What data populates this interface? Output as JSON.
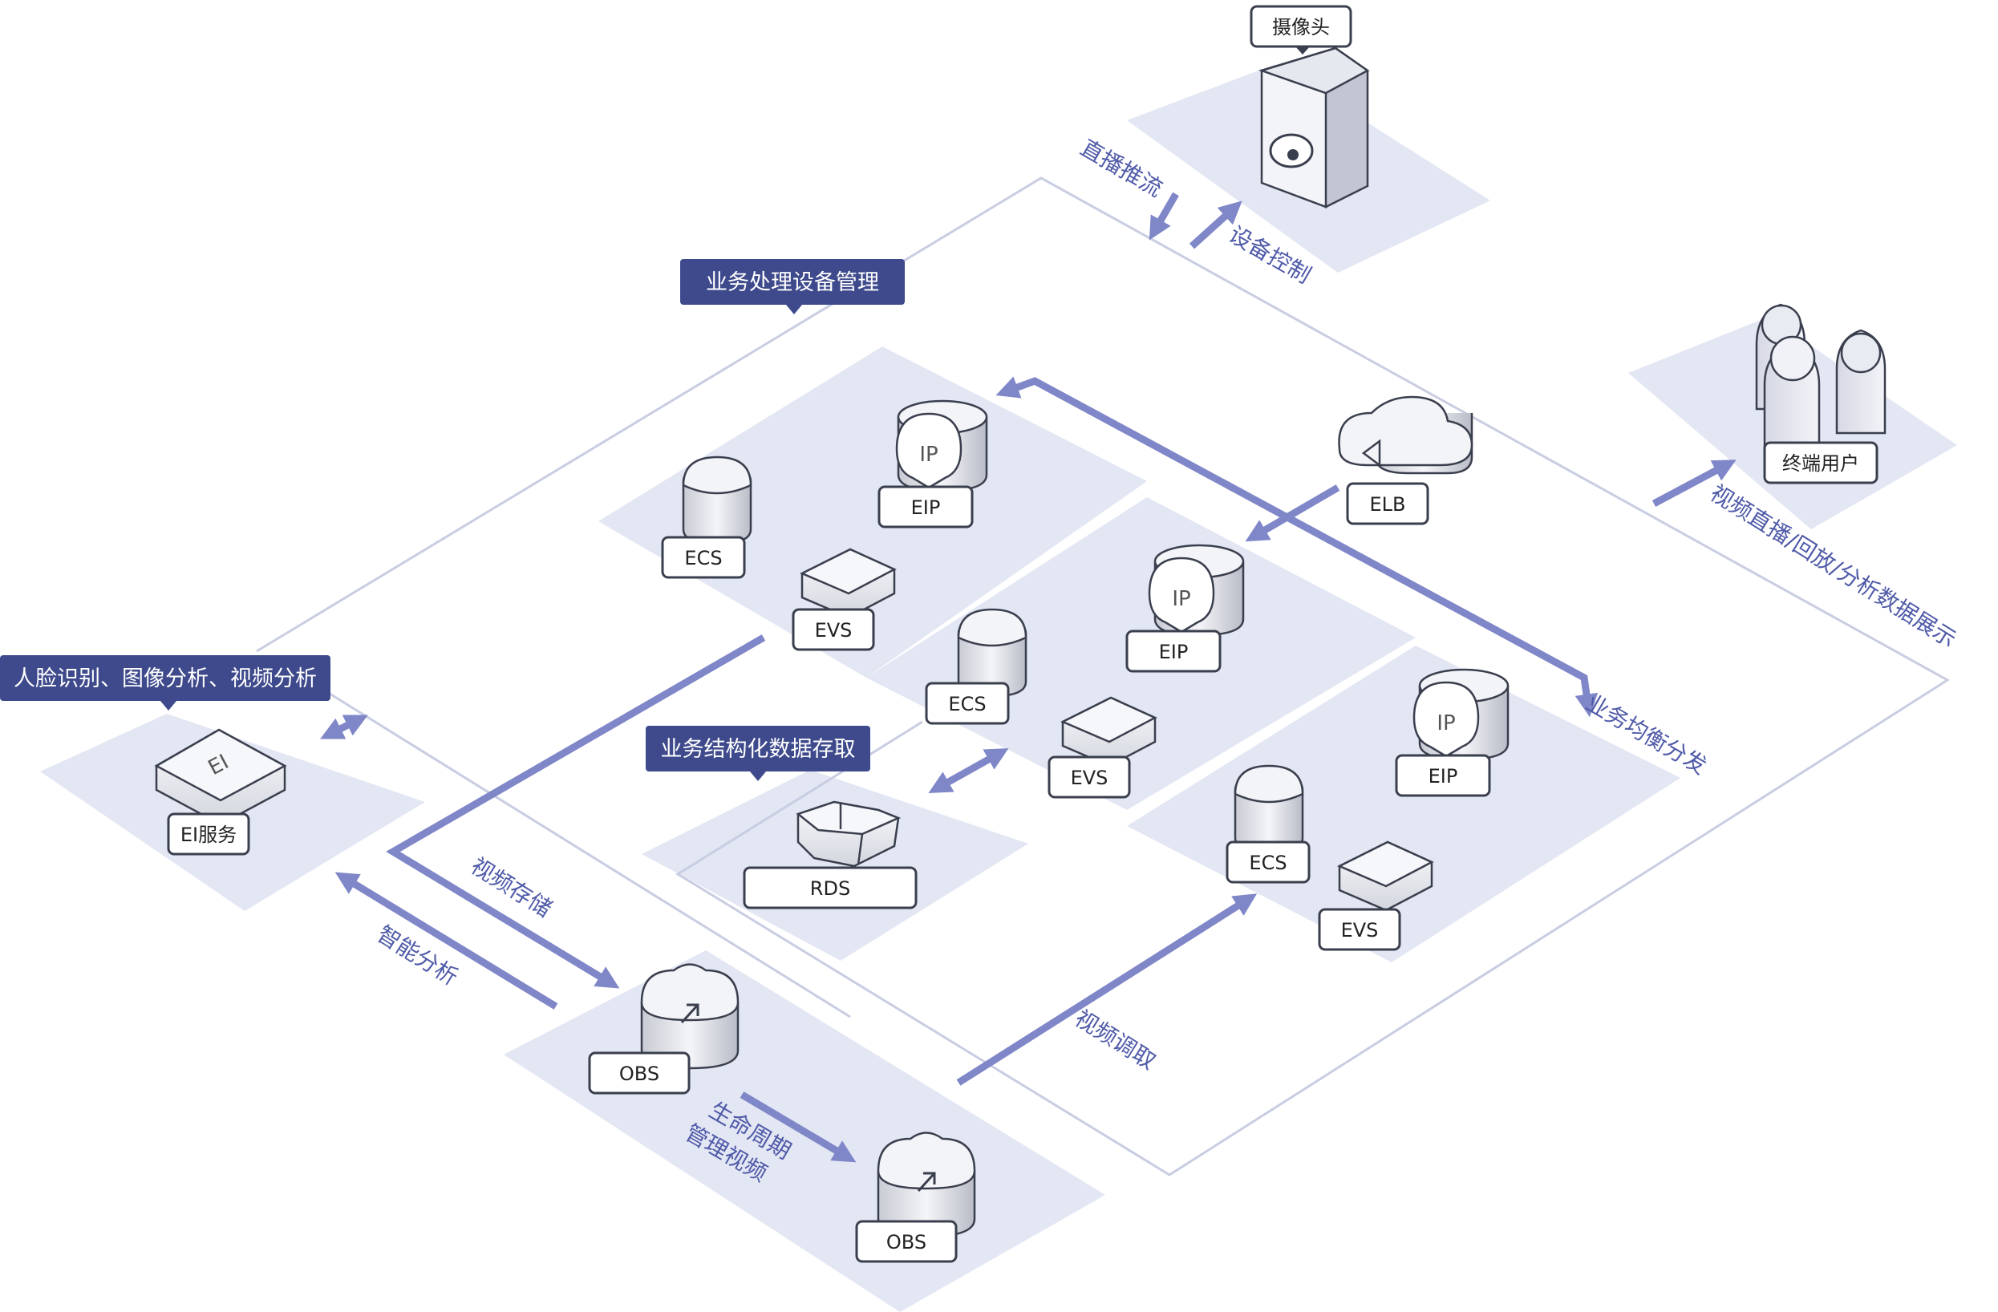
{
  "colors": {
    "plate": "#e3e6f3",
    "plate_light": "#eceef7",
    "frame_line": "#c9cde2",
    "flow_arrow": "#7f87c8",
    "flow_text": "#4f5aa8",
    "dark_label_bg": "#3e4a8c",
    "box_border": "#3a3f4e",
    "box_bg": "#ffffff"
  },
  "dark_labels": {
    "business_mgmt": "业务处理设备管理",
    "ai_analysis": "人脸识别、图像分析、视频分析",
    "structured_data": "业务结构化数据存取"
  },
  "flow_labels": {
    "live_push": "直播推流",
    "device_control": "设备控制",
    "display": "视频直播/回放/分析数据展示",
    "load_balance": "业务均衡分发",
    "video_storage": "视频存储",
    "smart_analysis": "智能分析",
    "video_retrieval": "视频调取",
    "lifecycle_line1": "生命周期",
    "lifecycle_line2": "管理视频"
  },
  "nodes": {
    "camera": "摄像头",
    "end_users": "终端用户",
    "ei": "EI服务",
    "elb": "ELB",
    "rds": "RDS",
    "group1": {
      "ecs": "ECS",
      "eip": "EIP",
      "evs": "EVS"
    },
    "group2": {
      "ecs": "ECS",
      "eip": "EIP",
      "evs": "EVS"
    },
    "group3": {
      "ecs": "ECS",
      "eip": "EIP",
      "evs": "EVS"
    },
    "obs1": "OBS",
    "obs2": "OBS"
  },
  "icons": {
    "ei_chip": "EI",
    "ip_glyph": "IP"
  }
}
